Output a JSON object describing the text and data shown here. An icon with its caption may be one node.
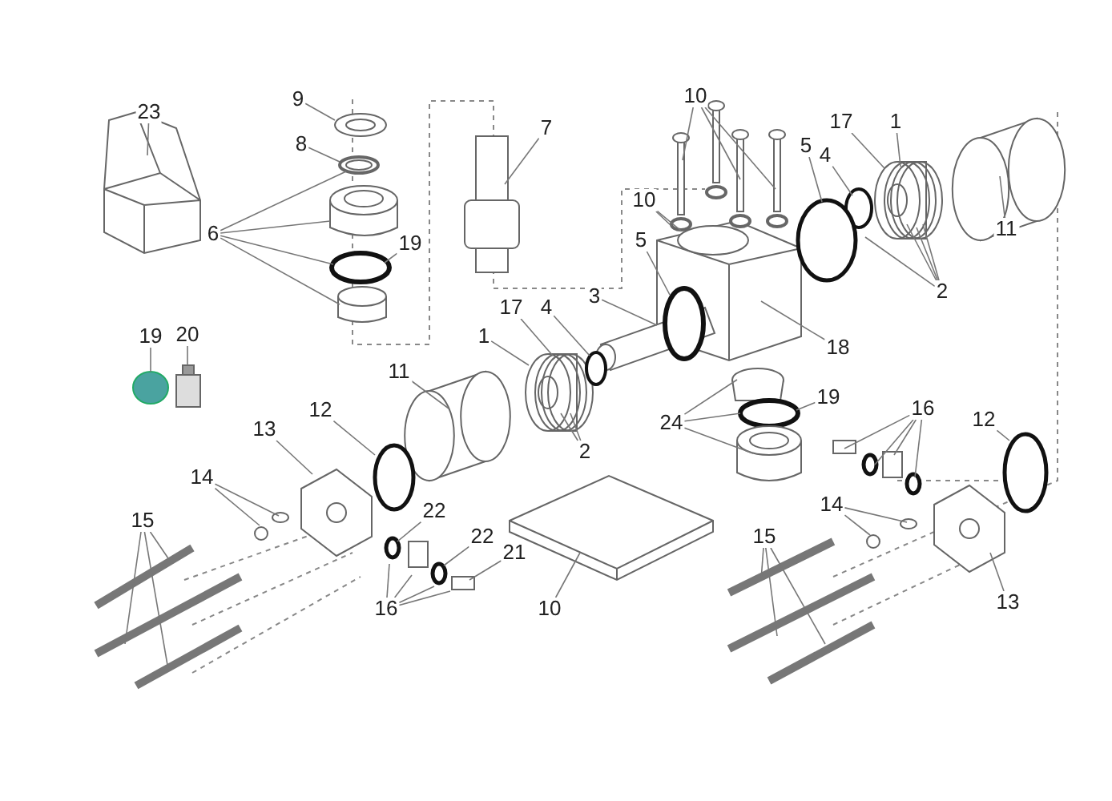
{
  "diagram": {
    "nodes": [
      {
        "text": [
          "23"
        ]
      },
      {
        "text": [
          "9"
        ]
      },
      {
        "text": [
          "8"
        ]
      },
      {
        "text": [
          "6"
        ]
      },
      {
        "text": [
          "19"
        ]
      },
      {
        "text": [
          "7"
        ]
      },
      {
        "text": [
          "19"
        ]
      },
      {
        "text": [
          "20"
        ]
      },
      {
        "text": [
          "10"
        ]
      },
      {
        "text": [
          "10"
        ]
      },
      {
        "text": [
          "17"
        ]
      },
      {
        "text": [
          "1"
        ]
      },
      {
        "text": [
          "5"
        ]
      },
      {
        "text": [
          "4"
        ]
      },
      {
        "text": [
          "11"
        ]
      },
      {
        "text": [
          "2"
        ]
      },
      {
        "text": [
          "5"
        ]
      },
      {
        "text": [
          "3"
        ]
      },
      {
        "text": [
          "18"
        ]
      },
      {
        "text": [
          "17"
        ]
      },
      {
        "text": [
          "4"
        ]
      },
      {
        "text": [
          "1"
        ]
      },
      {
        "text": [
          "11"
        ]
      },
      {
        "text": [
          "2"
        ]
      },
      {
        "text": [
          "19"
        ]
      },
      {
        "text": [
          "24"
        ]
      },
      {
        "text": [
          "16"
        ]
      },
      {
        "text": [
          "12"
        ]
      },
      {
        "text": [
          "13"
        ]
      },
      {
        "text": [
          "14"
        ]
      },
      {
        "text": [
          "22"
        ]
      },
      {
        "text": [
          "22"
        ]
      },
      {
        "text": [
          "21"
        ]
      },
      {
        "text": [
          "16"
        ]
      },
      {
        "text": [
          "15"
        ]
      },
      {
        "text": [
          "10"
        ]
      },
      {
        "text": [
          "12"
        ]
      },
      {
        "text": [
          "14"
        ]
      },
      {
        "text": [
          "15"
        ]
      },
      {
        "text": [
          "13"
        ]
      }
    ],
    "edges": [
      {
        "from": 0,
        "to": null,
        "arrow": "none"
      },
      {
        "from": 1,
        "to": null,
        "arrow": "none"
      },
      {
        "from": 2,
        "to": null,
        "arrow": "none"
      },
      {
        "from": 3,
        "to": null,
        "arrow": "none"
      },
      {
        "from": 3,
        "to": null,
        "arrow": "none"
      },
      {
        "from": 3,
        "to": null,
        "arrow": "none"
      },
      {
        "from": 3,
        "to": null,
        "arrow": "none"
      },
      {
        "from": 4,
        "to": null,
        "arrow": "none"
      },
      {
        "from": 5,
        "to": null,
        "arrow": "none"
      },
      {
        "from": 6,
        "to": null,
        "arrow": "none"
      },
      {
        "from": 7,
        "to": null,
        "arrow": "none"
      },
      {
        "from": 8,
        "to": null,
        "arrow": "none"
      },
      {
        "from": 8,
        "to": null,
        "arrow": "none"
      },
      {
        "from": 8,
        "to": null,
        "arrow": "none"
      },
      {
        "from": 9,
        "to": null,
        "arrow": "none"
      },
      {
        "from": 9,
        "to": null,
        "arrow": "none"
      },
      {
        "from": 10,
        "to": null,
        "arrow": "none"
      },
      {
        "from": 11,
        "to": null,
        "arrow": "none"
      },
      {
        "from": 12,
        "to": null,
        "arrow": "none"
      },
      {
        "from": 13,
        "to": null,
        "arrow": "none"
      },
      {
        "from": 14,
        "to": null,
        "arrow": "none"
      },
      {
        "from": 15,
        "to": null,
        "arrow": "none"
      },
      {
        "from": 15,
        "to": null,
        "arrow": "none"
      },
      {
        "from": 15,
        "to": null,
        "arrow": "none"
      },
      {
        "from": 15,
        "to": null,
        "arrow": "none"
      },
      {
        "from": 16,
        "to": null,
        "arrow": "none"
      },
      {
        "from": 17,
        "to": null,
        "arrow": "none"
      },
      {
        "from": 18,
        "to": null,
        "arrow": "none"
      },
      {
        "from": 19,
        "to": null,
        "arrow": "none"
      },
      {
        "from": 20,
        "to": null,
        "arrow": "none"
      },
      {
        "from": 21,
        "to": null,
        "arrow": "none"
      },
      {
        "from": 22,
        "to": null,
        "arrow": "none"
      },
      {
        "from": 23,
        "to": null,
        "arrow": "none"
      },
      {
        "from": 23,
        "to": null,
        "arrow": "none"
      },
      {
        "from": 24,
        "to": null,
        "arrow": "none"
      },
      {
        "from": 25,
        "to": null,
        "arrow": "none"
      },
      {
        "from": 25,
        "to": null,
        "arrow": "none"
      },
      {
        "from": 25,
        "to": null,
        "arrow": "none"
      },
      {
        "from": 26,
        "to": null,
        "arrow": "none"
      },
      {
        "from": 26,
        "to": null,
        "arrow": "none"
      },
      {
        "from": 26,
        "to": null,
        "arrow": "none"
      },
      {
        "from": 26,
        "to": null,
        "arrow": "none"
      },
      {
        "from": 27,
        "to": null,
        "arrow": "none"
      },
      {
        "from": 28,
        "to": null,
        "arrow": "none"
      },
      {
        "from": 29,
        "to": null,
        "arrow": "none"
      },
      {
        "from": 29,
        "to": null,
        "arrow": "none"
      },
      {
        "from": 30,
        "to": null,
        "arrow": "none"
      },
      {
        "from": 31,
        "to": null,
        "arrow": "none"
      },
      {
        "from": 32,
        "to": null,
        "arrow": "none"
      },
      {
        "from": 33,
        "to": null,
        "arrow": "none"
      },
      {
        "from": 33,
        "to": null,
        "arrow": "none"
      },
      {
        "from": 33,
        "to": null,
        "arrow": "none"
      },
      {
        "from": 33,
        "to": null,
        "arrow": "none"
      },
      {
        "from": 34,
        "to": null,
        "arrow": "none"
      },
      {
        "from": 34,
        "to": null,
        "arrow": "none"
      },
      {
        "from": 34,
        "to": null,
        "arrow": "none"
      },
      {
        "from": 35,
        "to": null,
        "arrow": "none"
      },
      {
        "from": 36,
        "to": null,
        "arrow": "none"
      },
      {
        "from": 37,
        "to": null,
        "arrow": "none"
      },
      {
        "from": 37,
        "to": null,
        "arrow": "none"
      },
      {
        "from": 38,
        "to": null,
        "arrow": "none"
      },
      {
        "from": 38,
        "to": null,
        "arrow": "none"
      },
      {
        "from": 38,
        "to": null,
        "arrow": "none"
      },
      {
        "from": 39,
        "to": null,
        "arrow": "none"
      }
    ]
  }
}
